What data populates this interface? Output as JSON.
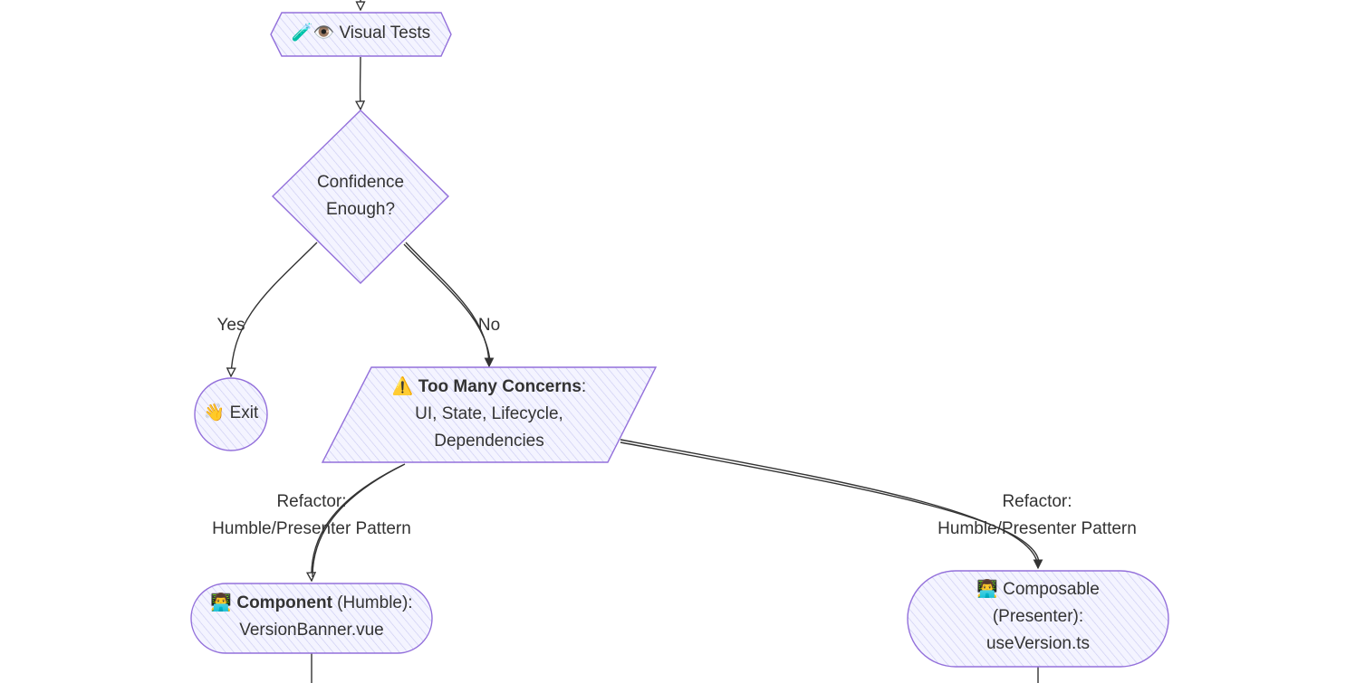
{
  "colors": {
    "node_fill": "#ECECFF",
    "node_stroke": "#9370DB",
    "edge": "#333333",
    "text": "#333333"
  },
  "nodes": {
    "visual_tests": {
      "icons": "🧪👁️",
      "text": "Visual Tests"
    },
    "confidence": {
      "line1": "Confidence",
      "line2": "Enough?"
    },
    "exit": {
      "icon": "👋",
      "text": "Exit"
    },
    "concerns": {
      "icon": "⚠️",
      "title": "Too Many Concerns",
      "colon": ":",
      "line2": "UI, State, Lifecycle,",
      "line3": "Dependencies"
    },
    "component": {
      "icon": "👨‍💻",
      "title": "Component",
      "suffix": " (Humble):",
      "line2": "VersionBanner.vue"
    },
    "composable": {
      "icon": "👨‍💻",
      "line1": "Composable",
      "line2": "(Presenter):",
      "line3": "useVersion.ts"
    }
  },
  "edge_labels": {
    "yes": "Yes",
    "no": "No",
    "refactor_left_1": "Refactor:",
    "refactor_left_2": "Humble/Presenter Pattern",
    "refactor_right_1": "Refactor:",
    "refactor_right_2": "Humble/Presenter Pattern"
  }
}
